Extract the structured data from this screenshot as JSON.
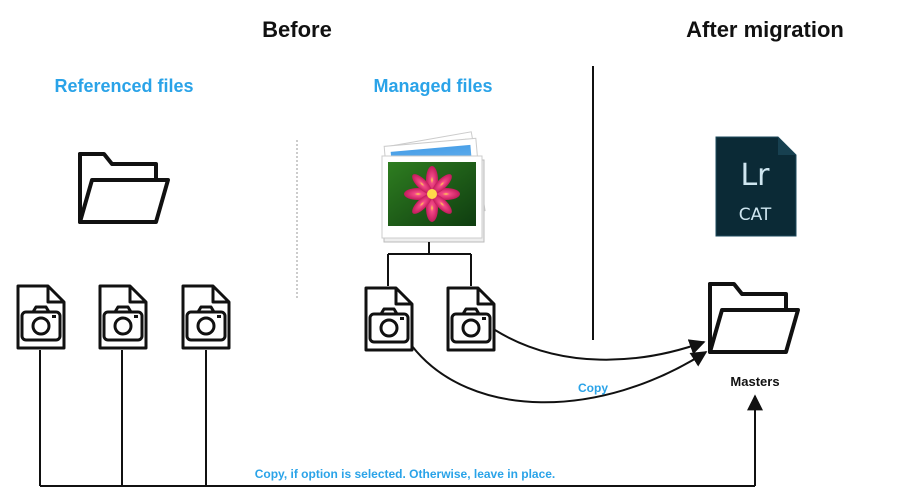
{
  "headings": {
    "before": "Before",
    "after": "After migration"
  },
  "sections": {
    "referenced": "Referenced files",
    "managed": "Managed files"
  },
  "labels": {
    "copy": "Copy",
    "copy_if_option": "Copy, if option is selected. Otherwise, leave in place.",
    "masters": "Masters",
    "lr_logo_top": "Lr",
    "lr_logo_bottom": "CAT"
  },
  "colors": {
    "accent_blue": "#2aa3e8",
    "lr_bg": "#0b2a36",
    "lr_text": "#cfe6f0"
  },
  "icons": {
    "folder": "folder-icon",
    "photo_file": "photo-file-icon",
    "photos_stack": "photos-stack-icon",
    "lightroom_catalog": "lightroom-catalog-icon"
  }
}
